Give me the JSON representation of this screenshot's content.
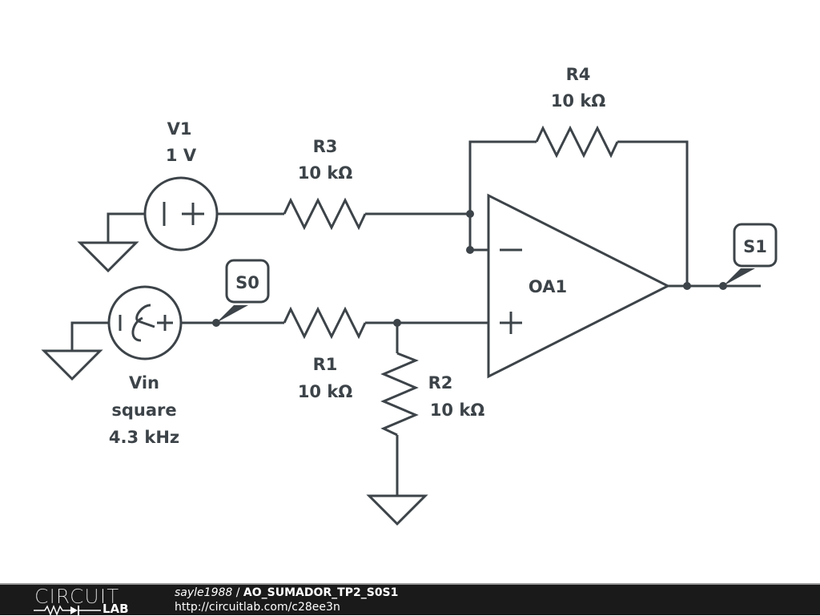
{
  "circuit": {
    "components": {
      "V1": {
        "name": "V1",
        "value": "1 V",
        "type": "dc-voltage-source"
      },
      "Vin": {
        "name": "Vin",
        "waveform": "square",
        "frequency": "4.3 kHz",
        "type": "ac-voltage-source"
      },
      "R1": {
        "name": "R1",
        "value": "10 kΩ"
      },
      "R2": {
        "name": "R2",
        "value": "10 kΩ"
      },
      "R3": {
        "name": "R3",
        "value": "10 kΩ"
      },
      "R4": {
        "name": "R4",
        "value": "10 kΩ"
      },
      "OA1": {
        "name": "OA1",
        "type": "op-amp",
        "minus": "−",
        "plus": "+"
      }
    },
    "probes": {
      "S0": "S0",
      "S1": "S1"
    }
  },
  "footer": {
    "logo_top": "CIRCUIT",
    "logo_bottom": "LAB",
    "user": "sayle1988",
    "separator": " / ",
    "title": "AO_SUMADOR_TP2_S0S1",
    "url": "http://circuitlab.com/c28ee3n"
  }
}
